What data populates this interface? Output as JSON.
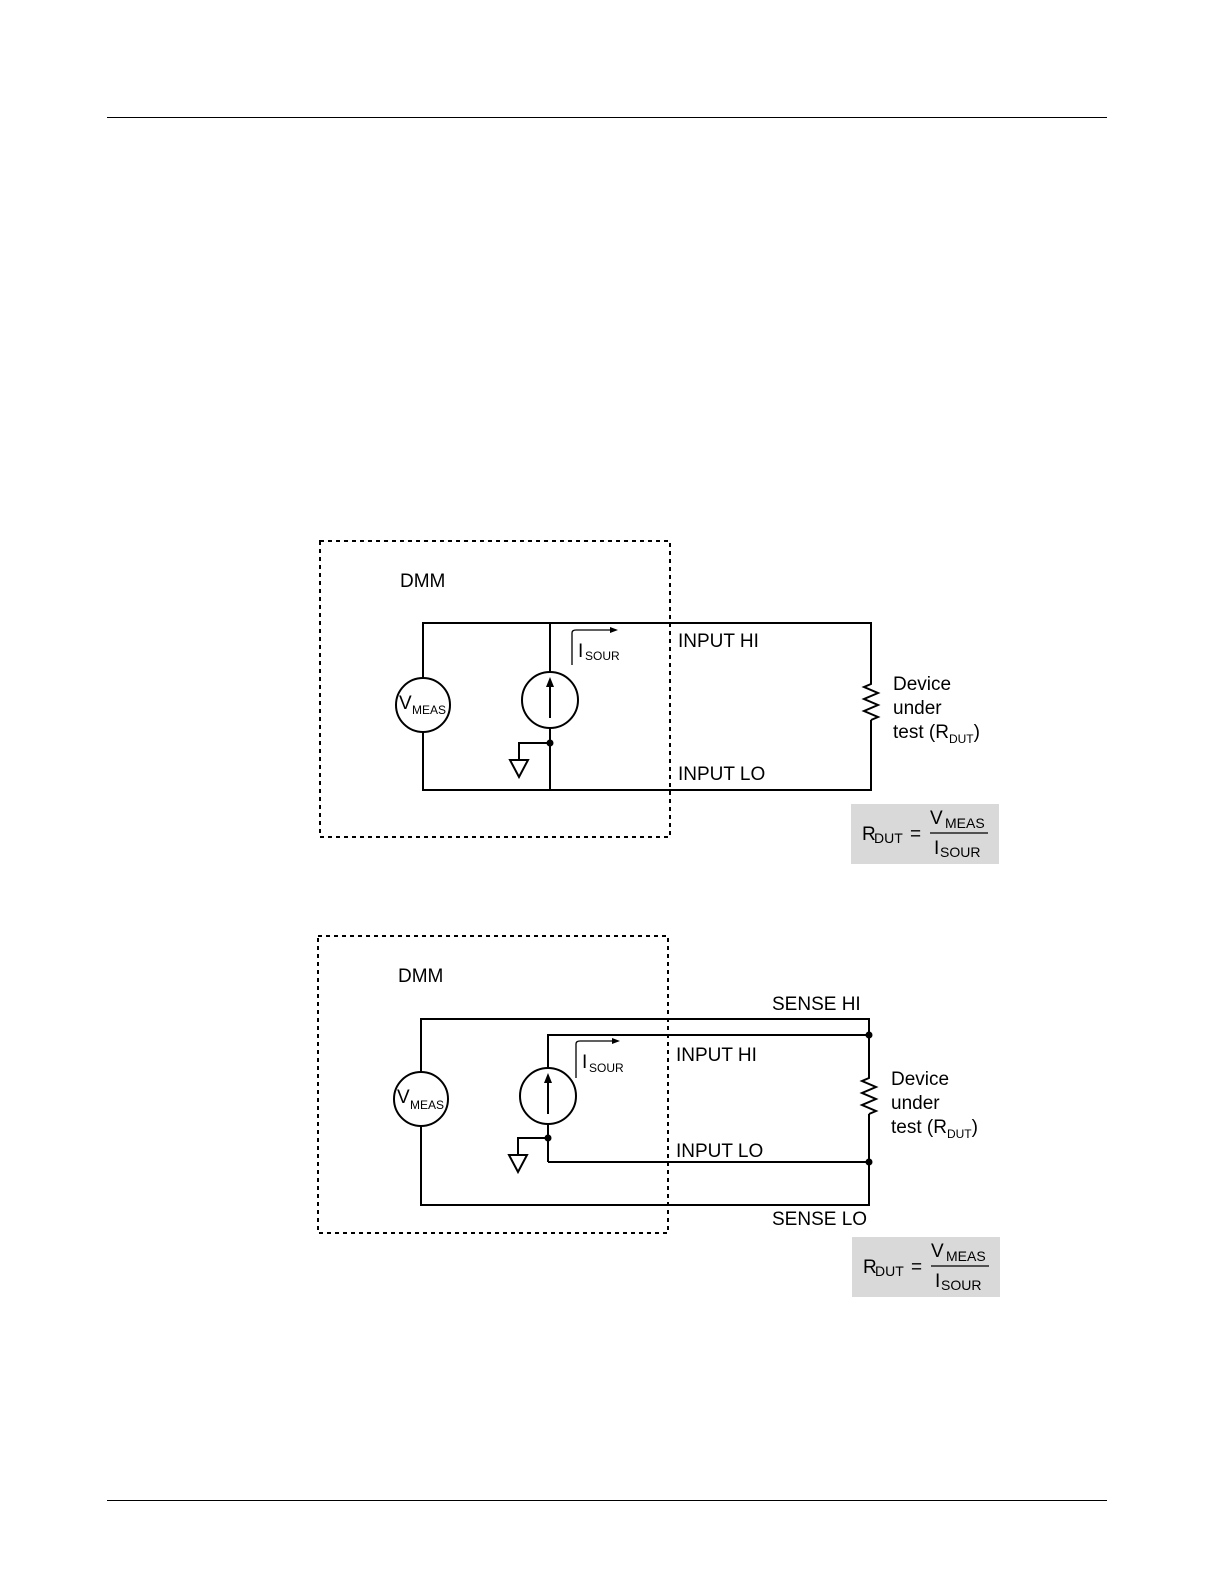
{
  "diagrams": [
    {
      "dmm_label": "DMM",
      "vmeas": {
        "main": "V",
        "sub": "MEAS"
      },
      "isour": {
        "main": "I",
        "sub": "SOUR"
      },
      "input_hi": "INPUT HI",
      "input_lo": "INPUT LO",
      "device": {
        "line1": "Device",
        "line2": "under",
        "line3_prefix": "test (R",
        "line3_sub": "DUT",
        "line3_suffix": ")"
      },
      "formula": {
        "lhs_main": "R",
        "lhs_sub": "DUT",
        "equals": "=",
        "num_main": "V",
        "num_sub": "MEAS",
        "den_main": "I",
        "den_sub": "SOUR"
      }
    },
    {
      "dmm_label": "DMM",
      "vmeas": {
        "main": "V",
        "sub": "MEAS"
      },
      "isour": {
        "main": "I",
        "sub": "SOUR"
      },
      "sense_hi": "SENSE HI",
      "input_hi": "INPUT HI",
      "input_lo": "INPUT LO",
      "sense_lo": "SENSE LO",
      "device": {
        "line1": "Device",
        "line2": "under",
        "line3_prefix": "test (R",
        "line3_sub": "DUT",
        "line3_suffix": ")"
      },
      "formula": {
        "lhs_main": "R",
        "lhs_sub": "DUT",
        "equals": "=",
        "num_main": "V",
        "num_sub": "MEAS",
        "den_main": "I",
        "den_sub": "SOUR"
      }
    }
  ],
  "colors": {
    "formula_box": "#d9d9d9",
    "line": "#000000"
  }
}
